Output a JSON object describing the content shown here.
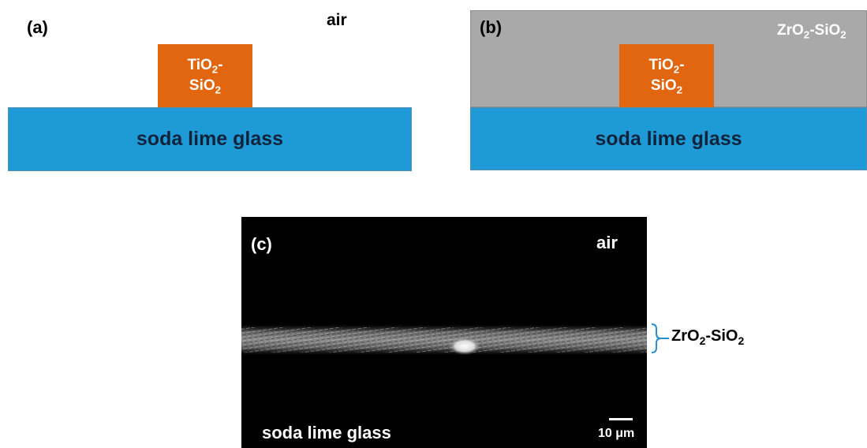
{
  "panel_a": {
    "label": "(a)",
    "medium_label": "air",
    "film_line1": "TiO",
    "film_line1_sub": "2",
    "film_line1_suffix": "-",
    "film_line2": "SiO",
    "film_line2_sub": "2",
    "substrate_label": "soda lime glass"
  },
  "panel_b": {
    "label": "(b)",
    "coating_label": "ZrO",
    "coating_sub1": "2",
    "coating_mid": "-SiO",
    "coating_sub2": "2",
    "film_line1": "TiO",
    "film_line1_sub": "2",
    "film_line1_suffix": "-",
    "film_line2": "SiO",
    "film_line2_sub": "2",
    "substrate_label": "soda lime glass"
  },
  "panel_c": {
    "label": "(c)",
    "medium_label": "air",
    "substrate_label": "soda lime glass",
    "scale_label": "10 μm",
    "layer_label": "ZrO",
    "layer_sub1": "2",
    "layer_mid": "-SiO",
    "layer_sub2": "2"
  },
  "colors": {
    "glass": "#1e9ad6",
    "tio2_sio2": "#e2650f",
    "zro2_sio2": "#a9a9a9",
    "bracket": "#2a8fd0"
  }
}
